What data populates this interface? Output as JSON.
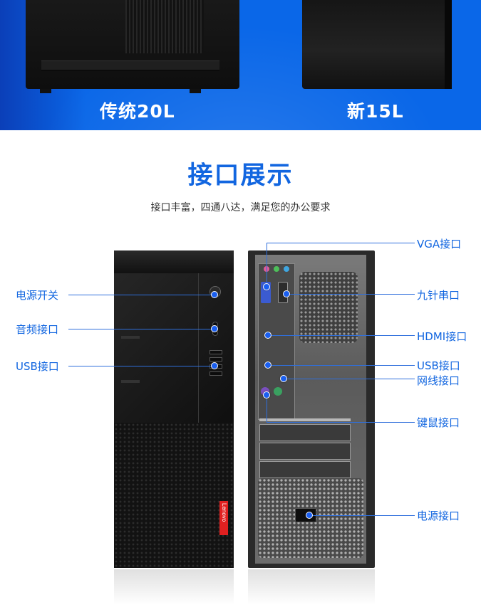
{
  "banner": {
    "left_label": "传统20L",
    "right_label": "新15L"
  },
  "section": {
    "title": "接口展示",
    "subtitle": "接口丰富，四通八达，满足您的办公要求"
  },
  "front_labels": {
    "power_switch": "电源开关",
    "audio_port": "音频接口",
    "usb_port": "USB接口"
  },
  "rear_labels": {
    "vga_port": "VGA接口",
    "serial_port": "九针串口",
    "hdmi_port": "HDMI接口",
    "usb_port": "USB接口",
    "lan_port": "网线接口",
    "ps2_port": "键鼠接口",
    "power_port": "电源接口"
  },
  "brand_logo": "Lenovo",
  "colors": {
    "banner_blue": "#0a67e8",
    "accent_blue": "#1266e0"
  }
}
